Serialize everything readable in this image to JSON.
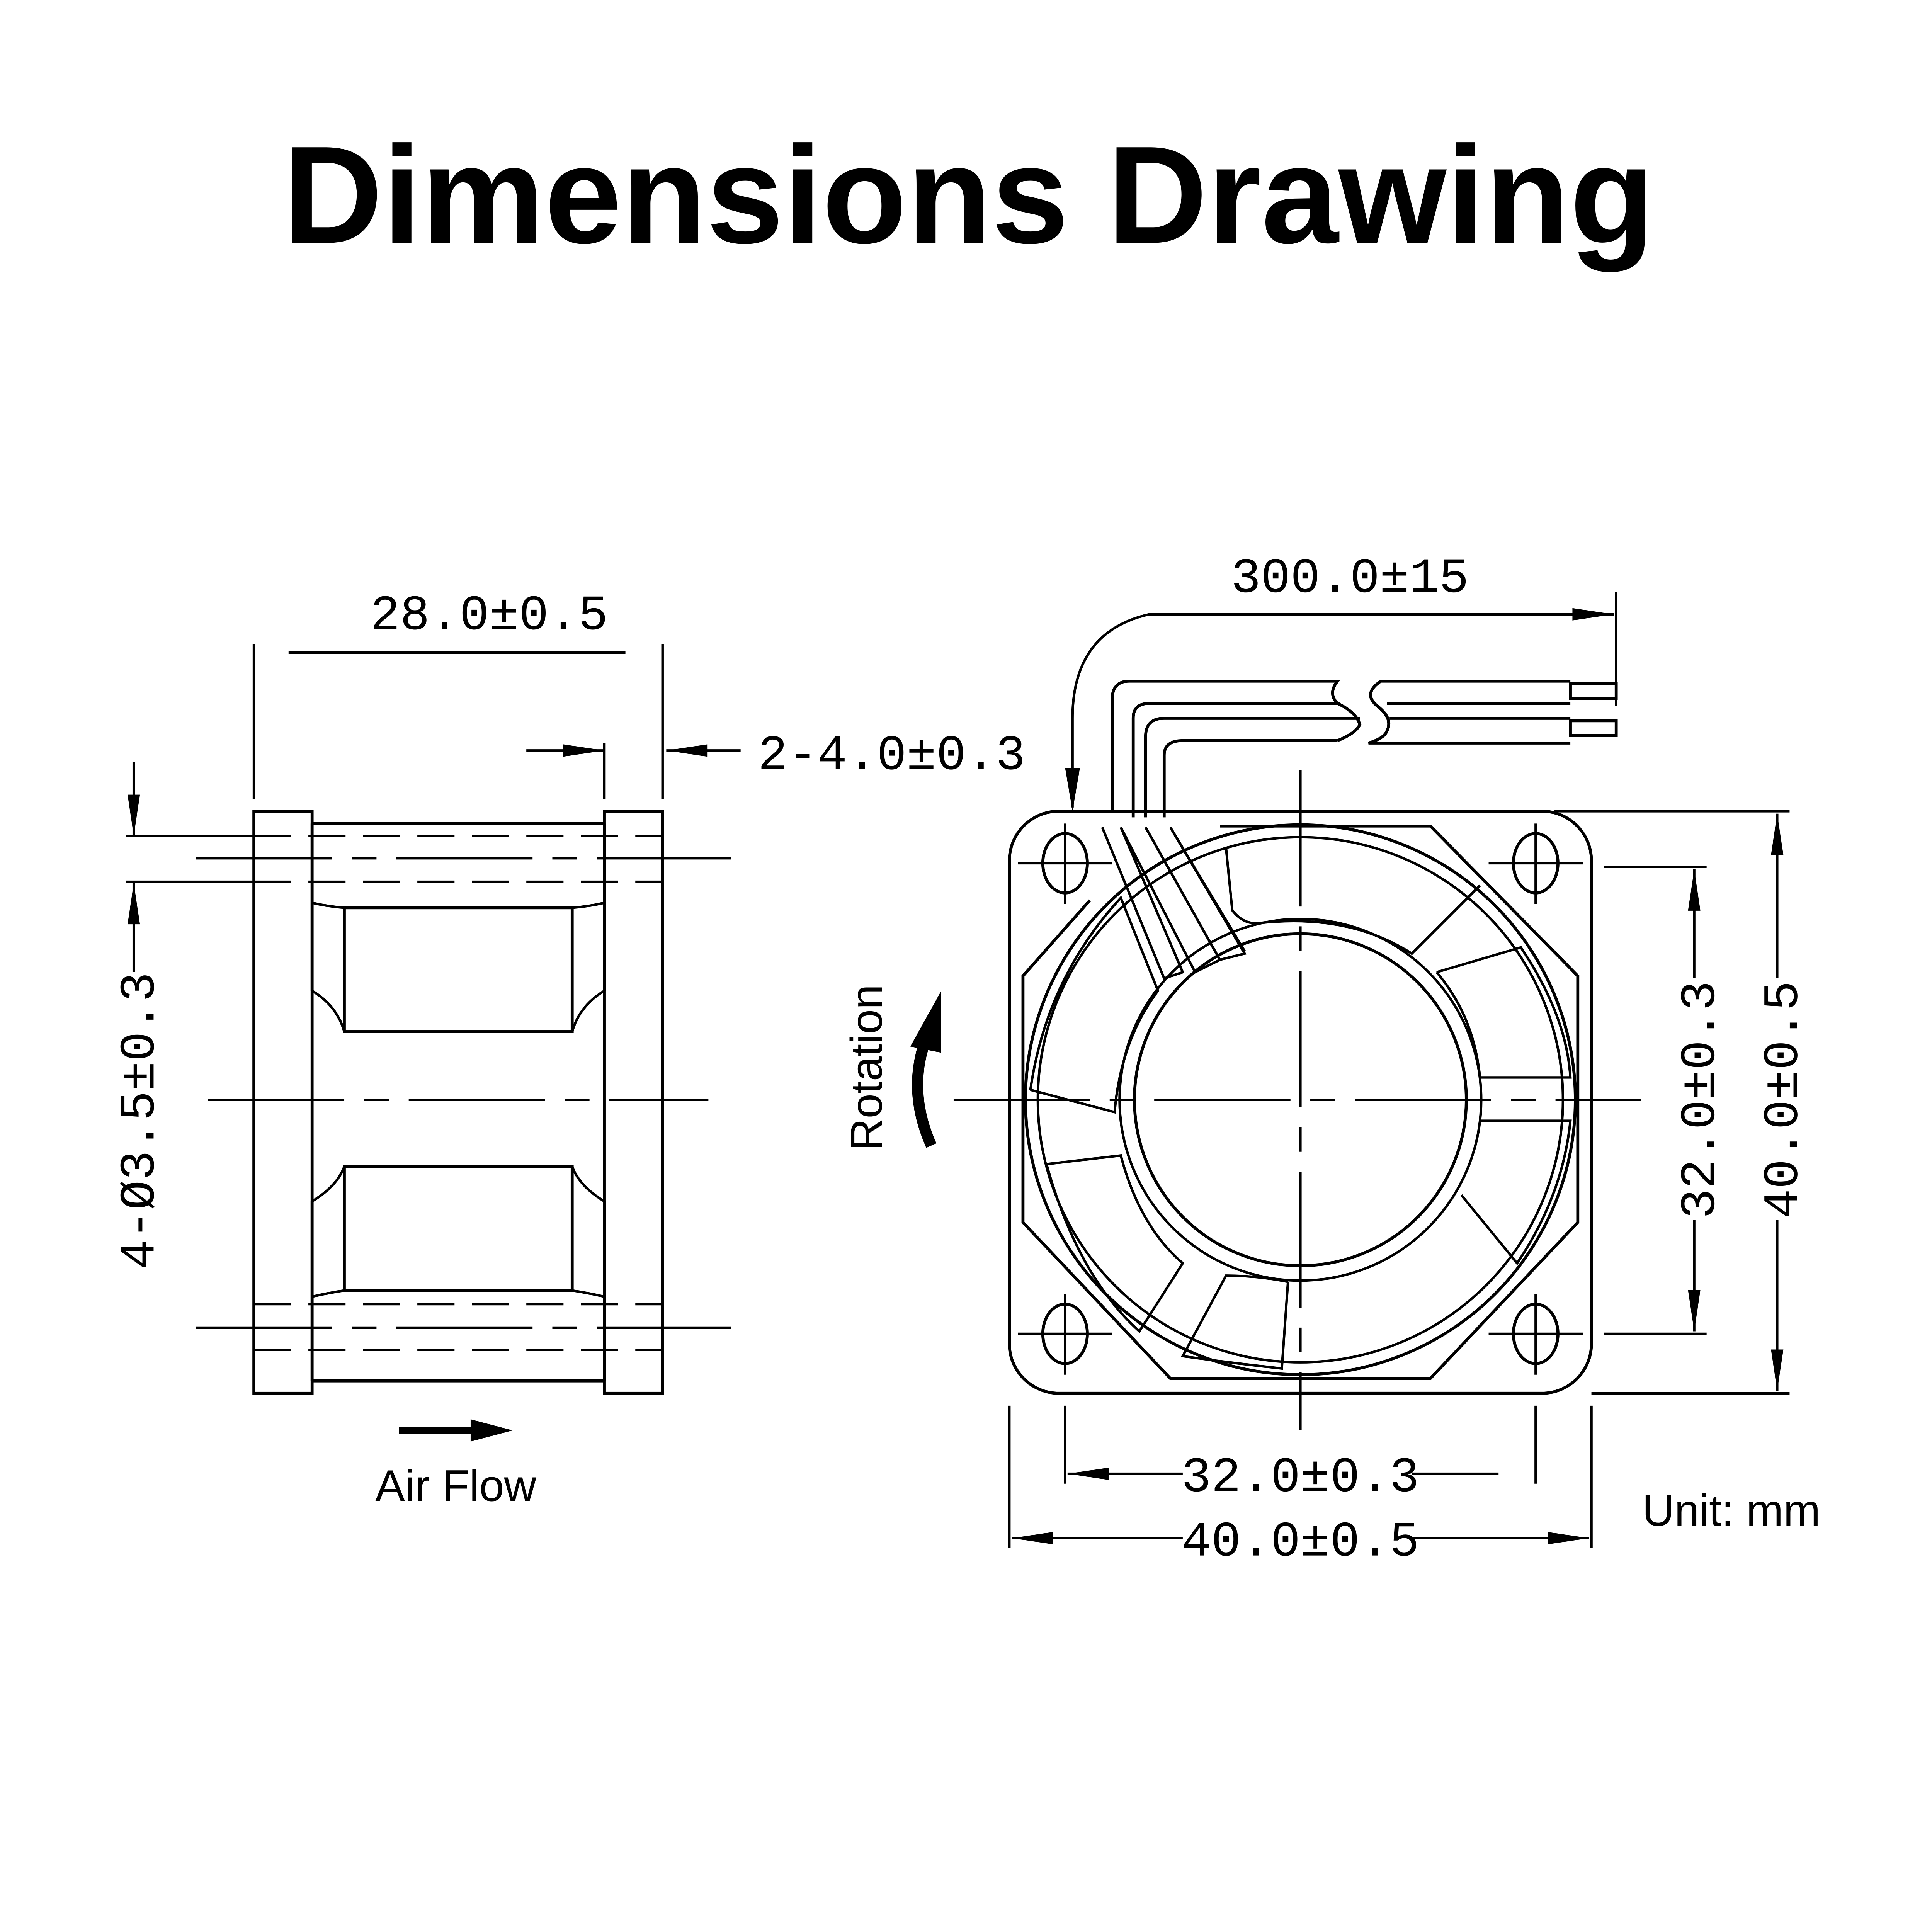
{
  "title": "Dimensions Drawing",
  "side_view": {
    "width_dim": "28.0±0.5",
    "flange_dim": "2-4.0±0.3",
    "hole_dim": "4-Ø3.5±0.3",
    "airflow_label": "Air Flow"
  },
  "front_view": {
    "cable_length_dim": "300.0±15",
    "rotation_label": "Rotation",
    "hole_spacing_vertical": "32.0±0.3",
    "frame_height": "40.0±0.5",
    "hole_spacing_horizontal": "32.0±0.3",
    "frame_width": "40.0±0.5"
  },
  "unit_label": "Unit: mm",
  "colors": {
    "line": "#000000",
    "background": "#ffffff"
  }
}
